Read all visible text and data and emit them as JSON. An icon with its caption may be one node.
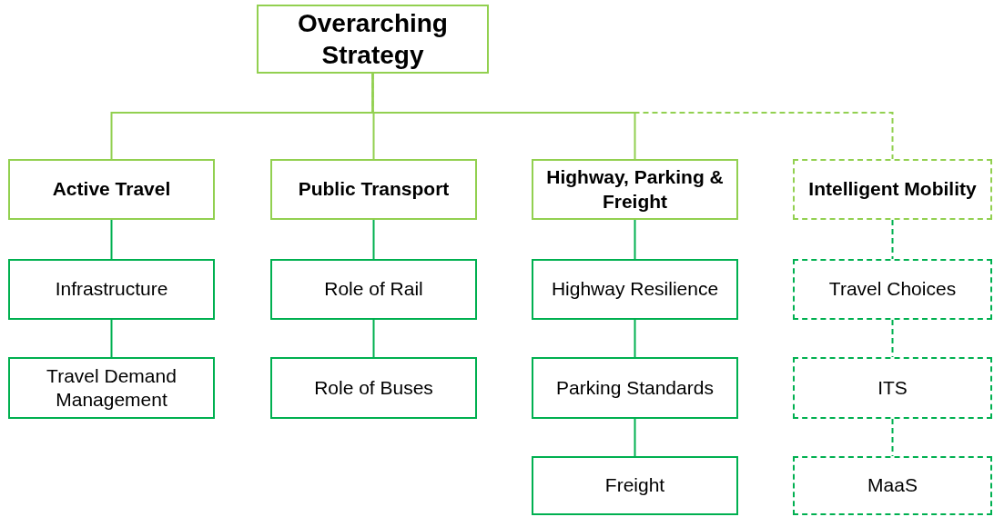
{
  "diagram": {
    "nodes": [
      {
        "text": [
          "Overarching Strategy"
        ]
      },
      {
        "text": [
          "Active Travel"
        ]
      },
      {
        "text": [
          "Public Transport"
        ]
      },
      {
        "text": [
          "Highway, Parking & Freight"
        ]
      },
      {
        "text": [
          "Intelligent Mobility"
        ]
      },
      {
        "text": [
          "Infrastructure"
        ]
      },
      {
        "text": [
          "Role of Rail"
        ]
      },
      {
        "text": [
          "Highway Resilience"
        ]
      },
      {
        "text": [
          "Travel Choices"
        ]
      },
      {
        "text": [
          "Travel Demand Management"
        ]
      },
      {
        "text": [
          "Role of Buses"
        ]
      },
      {
        "text": [
          "Parking Standards"
        ]
      },
      {
        "text": [
          "ITS"
        ]
      },
      {
        "text": [
          "Freight"
        ]
      },
      {
        "text": [
          "MaaS"
        ]
      }
    ],
    "edges": [
      {
        "from": 0,
        "to": 1,
        "arrow": "none",
        "color": "#92d050"
      },
      {
        "from": 0,
        "to": 2,
        "arrow": "none",
        "color": "#92d050"
      },
      {
        "from": 0,
        "to": 3,
        "arrow": "none",
        "color": "#92d050"
      },
      {
        "from": 0,
        "to": 4,
        "arrow": "none",
        "color": "#92d050",
        "style": "dashed"
      },
      {
        "from": 1,
        "to": 5,
        "arrow": "none"
      },
      {
        "from": 5,
        "to": 9,
        "arrow": "none"
      },
      {
        "from": 2,
        "to": 6,
        "arrow": "none"
      },
      {
        "from": 6,
        "to": 10,
        "arrow": "none"
      },
      {
        "from": 3,
        "to": 7,
        "arrow": "none"
      },
      {
        "from": 7,
        "to": 11,
        "arrow": "none"
      },
      {
        "from": 11,
        "to": 13,
        "arrow": "none"
      },
      {
        "from": 4,
        "to": 8,
        "arrow": "none",
        "style": "dashed"
      },
      {
        "from": 8,
        "to": 12,
        "arrow": "none",
        "style": "dashed"
      },
      {
        "from": 12,
        "to": 14,
        "arrow": "none",
        "style": "dashed"
      }
    ]
  }
}
